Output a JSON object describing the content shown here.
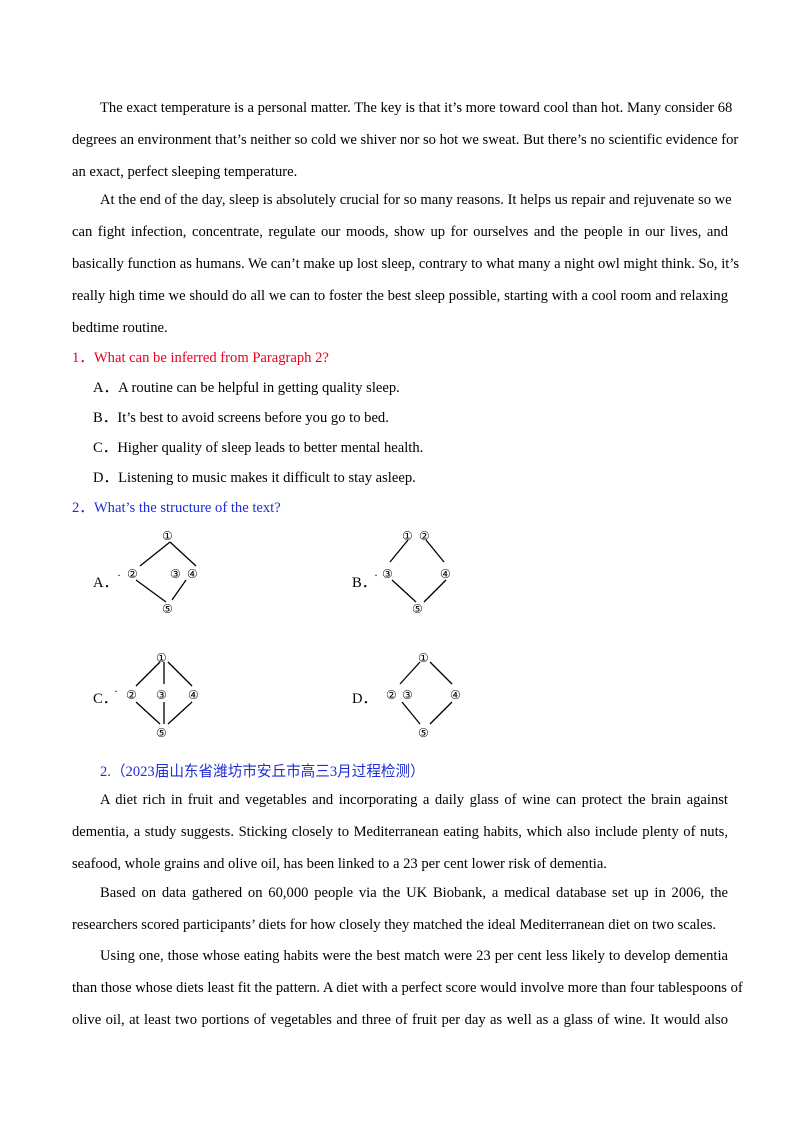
{
  "paragraphs": {
    "p1": [
      "The exact temperature is a personal matter. The key is that it’s more toward cool than hot. Many consider 68",
      "degrees an environment that’s neither so cold we shiver nor so hot we sweat. But there’s no scientific evidence for",
      "an exact, perfect sleeping temperature."
    ],
    "p2": [
      "At the end of the day, sleep is absolutely crucial for so many reasons. It helps us repair and rejuvenate so we",
      "can fight infection, concentrate, regulate our moods, show up for ourselves and the people in our lives, and",
      "basically function as humans. We can’t make up lost sleep, contrary to what many a night owl might think. So, it’s",
      "really high time we should do all we can to foster the best sleep possible, starting with a cool room and relaxing",
      "bedtime routine."
    ]
  },
  "question1": {
    "text": "1．What can be inferred from Paragraph 2?",
    "options": [
      "A．A routine can be helpful in getting quality sleep.",
      "B．It’s best to avoid screens before you go to bed.",
      "C．Higher quality of sleep leads to better mental health.",
      "D．Listening to music makes it difficult to stay asleep."
    ]
  },
  "question2": {
    "text": "2．What’s the structure of the text?",
    "labels": {
      "A": "A．",
      "B": "B．",
      "C": "C．",
      "D": "D．"
    },
    "nodes": {
      "n1": "①",
      "n2": "②",
      "n3": "③",
      "n4": "④",
      "n5": "⑤"
    }
  },
  "section2": {
    "heading": "2.（2023届山东省潍坊市安丘市高三3月过程检测）",
    "p1": [
      "A diet rich in fruit and vegetables and incorporating a daily glass of wine can protect the brain against",
      "dementia, a study suggests. Sticking closely to Mediterranean eating habits, which also include plenty of nuts,",
      "seafood, whole grains and olive oil, has been linked to a 23 per cent lower risk of dementia."
    ],
    "p2": [
      "Based on data gathered on 60,000 people via the UK Biobank, a medical database set up in 2006, the",
      "researchers scored participants’ diets for how closely they matched the ideal Mediterranean diet on two scales."
    ],
    "p3": [
      "Using one, those whose eating habits were the best match were 23 per cent less likely to develop dementia",
      "than those whose diets least fit the pattern. A diet with a perfect score would involve more than four tablespoons of",
      "olive oil, at least two portions of vegetables and three of fruit per day as well as a glass of wine. It would also"
    ]
  },
  "colors": {
    "question1": "#e8001c",
    "question2": "#1f2dd6",
    "body_text": "#000000"
  }
}
